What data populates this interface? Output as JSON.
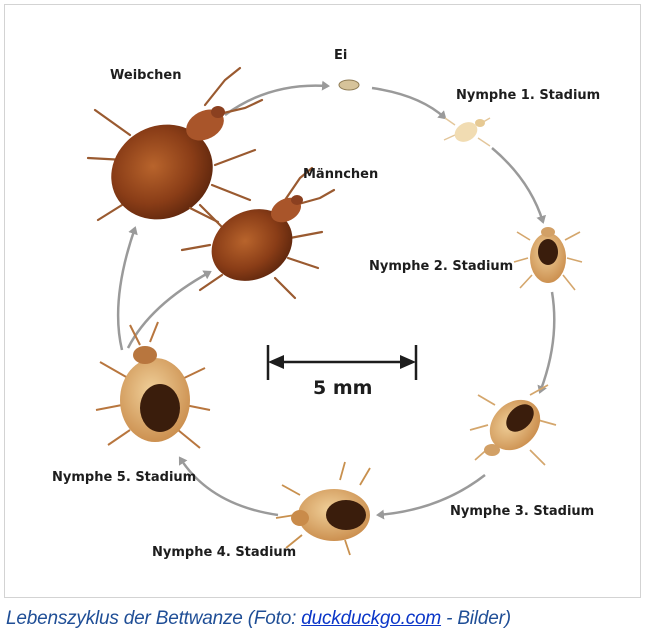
{
  "diagram": {
    "labels": {
      "ei": "Ei",
      "weibchen": "Weibchen",
      "maennchen": "Männchen",
      "n1": "Nymphe 1. Stadium",
      "n2": "Nymphe 2. Stadium",
      "n3": "Nymphe 3. Stadium",
      "n4": "Nymphe 4. Stadium",
      "n5": "Nymphe 5. Stadium"
    },
    "scale_label": "5 mm",
    "colors": {
      "arrow": "#9a9a9a",
      "bug_dark": "#6e2f12",
      "bug_mid": "#a65424",
      "nymph_light": "#e8c48a",
      "nymph_dark": "#3a1d0c"
    }
  },
  "caption": {
    "prefix": "Lebenszyklus der Bettwanze (Foto: ",
    "link": "duckduckgo.com",
    "suffix": " - Bilder)"
  }
}
